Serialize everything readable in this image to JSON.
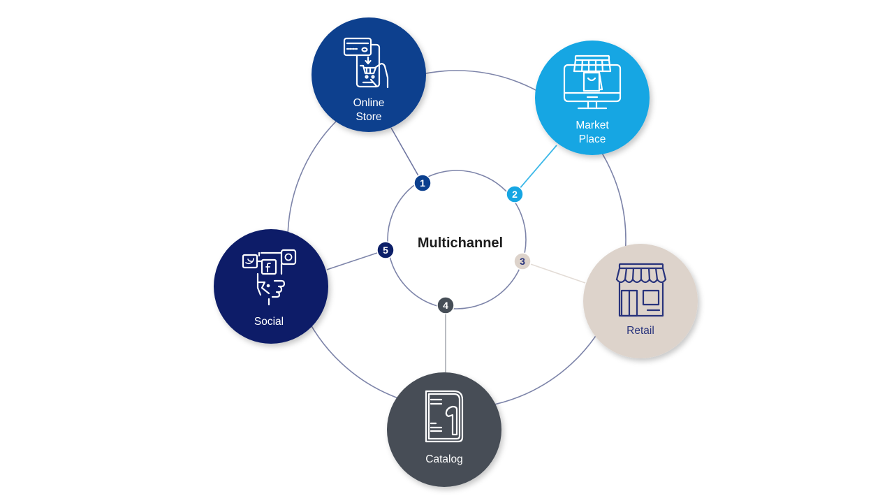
{
  "center": {
    "label": "Multichannel"
  },
  "colors": {
    "ring": "#7d84a9",
    "center_text": "#1c1c1c"
  },
  "channels": [
    {
      "badge": "1",
      "label_lines": [
        "Online",
        "Store"
      ],
      "icon": "online-store-icon",
      "color": "#0b3f8e",
      "text_color": "#ffffff",
      "connector_color": "#7077a2",
      "badge_text_color": "#ffffff"
    },
    {
      "badge": "2",
      "label_lines": [
        "Market",
        "Place"
      ],
      "icon": "marketplace-icon",
      "color": "#16a6e3",
      "text_color": "#ffffff",
      "connector_color": "#3cb8e8",
      "badge_text_color": "#ffffff"
    },
    {
      "badge": "3",
      "label_lines": [
        "Retail"
      ],
      "icon": "retail-store-icon",
      "color": "#ddd3cb",
      "text_color": "#28337c",
      "connector_color": "#e3dcd6",
      "badge_text_color": "#28337c"
    },
    {
      "badge": "4",
      "label_lines": [
        "Catalog"
      ],
      "icon": "catalog-icon",
      "color": "#464e57",
      "text_color": "#ffffff",
      "connector_color": "#b3b6bb",
      "badge_text_color": "#ffffff"
    },
    {
      "badge": "5",
      "label_lines": [
        "Social"
      ],
      "icon": "social-media-icon",
      "color": "#0c1f68",
      "text_color": "#ffffff",
      "connector_color": "#7d84a9",
      "badge_text_color": "#ffffff"
    }
  ]
}
